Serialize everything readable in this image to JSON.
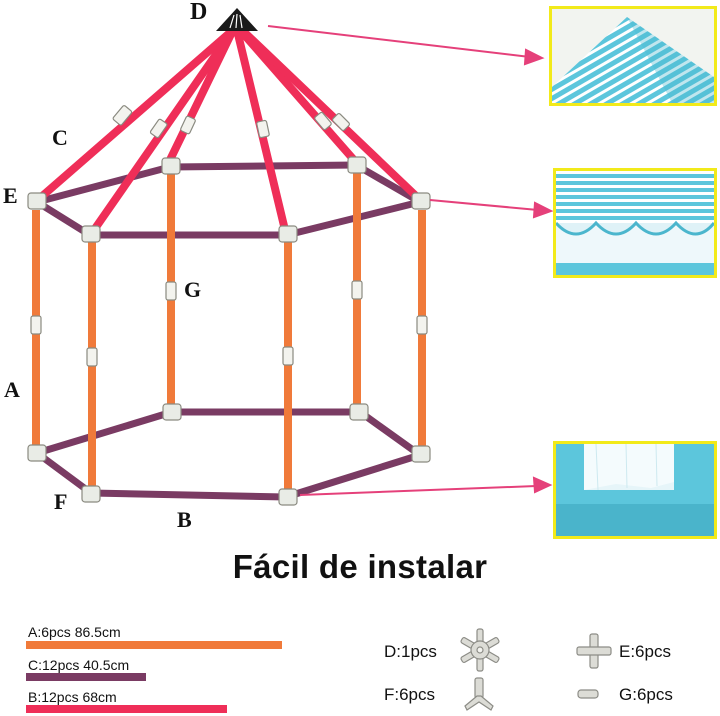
{
  "labels": {
    "D": "D",
    "C": "C",
    "E": "E",
    "G": "G",
    "A": "A",
    "F": "F",
    "B": "B"
  },
  "title": "Fácil de instalar",
  "legend": [
    {
      "text": "A:6pcs  86.5cm",
      "color": "#f07a3a",
      "length": 86.5
    },
    {
      "text": "C:12pcs 40.5cm",
      "color": "#7a3b63",
      "length": 40.5
    },
    {
      "text": "B:12pcs 68cm",
      "color": "#ef2e58",
      "length": 68
    }
  ],
  "parts": {
    "d": {
      "text": "D:1pcs",
      "icon": "star-connector-icon"
    },
    "e": {
      "text": "E:6pcs",
      "icon": "cross-connector-icon"
    },
    "f": {
      "text": "F:6pcs",
      "icon": "y-connector-icon"
    },
    "g": {
      "text": "G:6pcs",
      "icon": "straight-connector-icon"
    }
  },
  "colors": {
    "roof_pole": "#ef2e58",
    "ring_pole": "#7a3b63",
    "upright_pole": "#f07a3a",
    "connector": "#e9ece6",
    "arrow": "#e5407a",
    "inset_border": "#f2ea1a",
    "fabric_blue": "#5cc6dc"
  }
}
